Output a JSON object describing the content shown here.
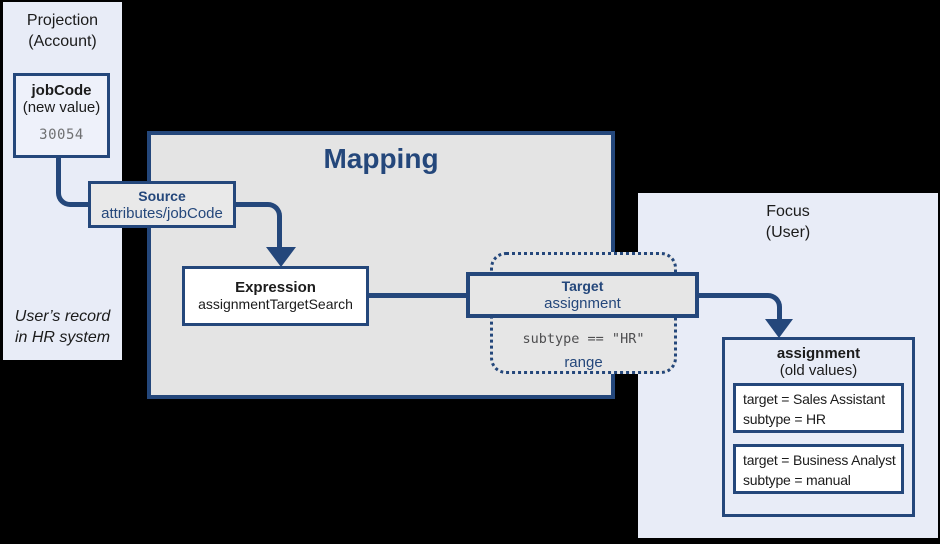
{
  "colors": {
    "accent_blue": "#24477b",
    "panel_lavender": "#e8ecf7",
    "mapping_gray": "#e4e4e4",
    "node_white": "#ffffff",
    "code_gray": "#6f7072",
    "background": "#000000"
  },
  "projection": {
    "title_line1": "Projection",
    "title_line2": "(Account)",
    "jobcode": {
      "name": "jobCode",
      "qualifier": "(new value)",
      "value": "30054"
    },
    "note_line1": "User’s record",
    "note_line2": "in HR system"
  },
  "mapping": {
    "title": "Mapping",
    "source": {
      "label": "Source",
      "value": "attributes/jobCode"
    },
    "expression": {
      "label": "Expression",
      "value": "assignmentTargetSearch"
    },
    "target": {
      "label": "Target",
      "value": "assignment"
    },
    "range": {
      "condition": "subtype == \"HR\"",
      "label": "range"
    }
  },
  "focus": {
    "title_line1": "Focus",
    "title_line2": "(User)",
    "assignment": {
      "name": "assignment",
      "qualifier": "(old values)",
      "items": [
        {
          "line1": "target = Sales Assistant",
          "line2": "subtype = HR"
        },
        {
          "line1": "target = Business Analyst",
          "line2": "subtype = manual"
        }
      ]
    }
  }
}
